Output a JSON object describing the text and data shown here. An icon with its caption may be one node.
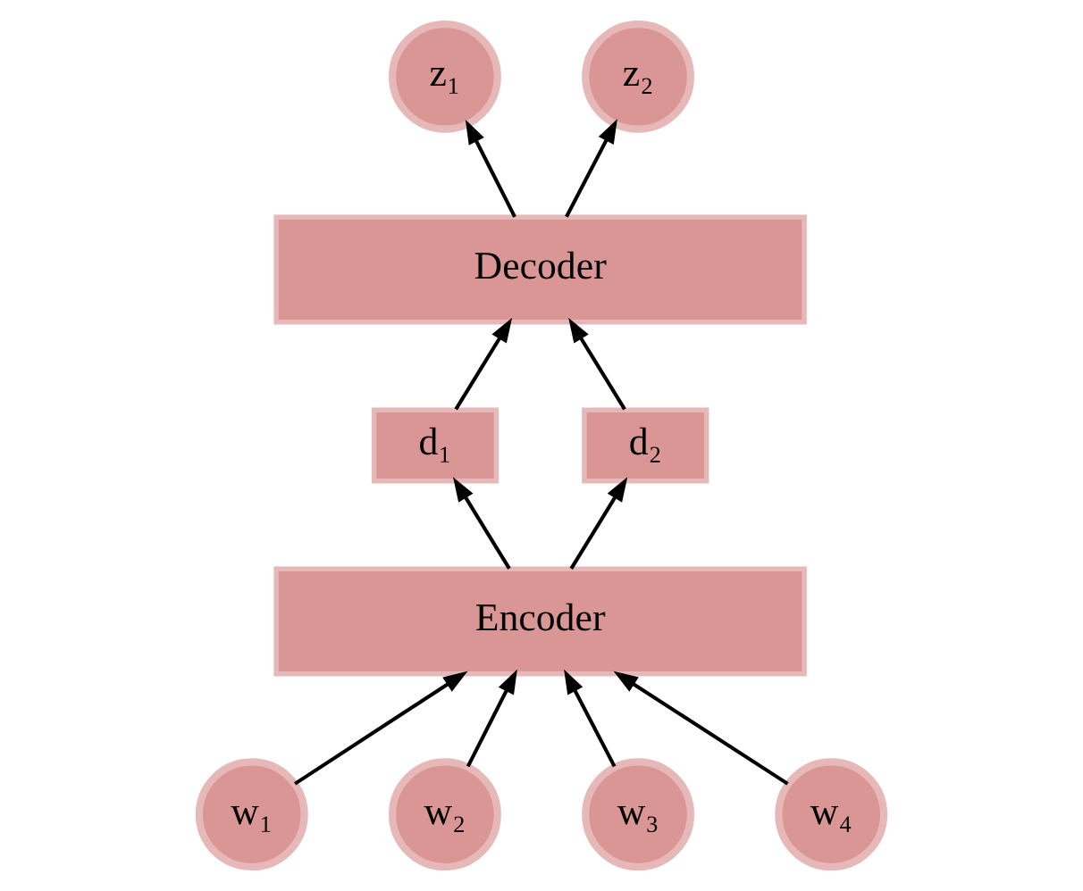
{
  "diagram": {
    "nodes": [
      {
        "text": [
          "z₁"
        ]
      },
      {
        "text": [
          "z₂"
        ]
      },
      {
        "text": [
          "Decoder"
        ]
      },
      {
        "text": [
          "d₁"
        ]
      },
      {
        "text": [
          "Encoder"
        ]
      },
      {
        "text": [
          "d₂"
        ]
      },
      {
        "text": [
          "w₁"
        ]
      },
      {
        "text": [
          "w₂"
        ]
      },
      {
        "text": [
          "w₃"
        ]
      },
      {
        "text": [
          "w₄"
        ]
      }
    ],
    "edges": [
      {
        "from": 6,
        "to": 4,
        "arrow": "to"
      },
      {
        "from": 7,
        "to": 4,
        "arrow": "to"
      },
      {
        "from": 8,
        "to": 4,
        "arrow": "to"
      },
      {
        "from": 9,
        "to": 4,
        "arrow": "to"
      },
      {
        "from": 4,
        "to": 3,
        "arrow": "to"
      },
      {
        "from": 4,
        "to": 5,
        "arrow": "to"
      },
      {
        "from": 3,
        "to": 2,
        "arrow": "to"
      },
      {
        "from": 5,
        "to": 2,
        "arrow": "to"
      },
      {
        "from": 2,
        "to": 0,
        "arrow": "to"
      },
      {
        "from": 2,
        "to": 1,
        "arrow": "to"
      }
    ]
  }
}
